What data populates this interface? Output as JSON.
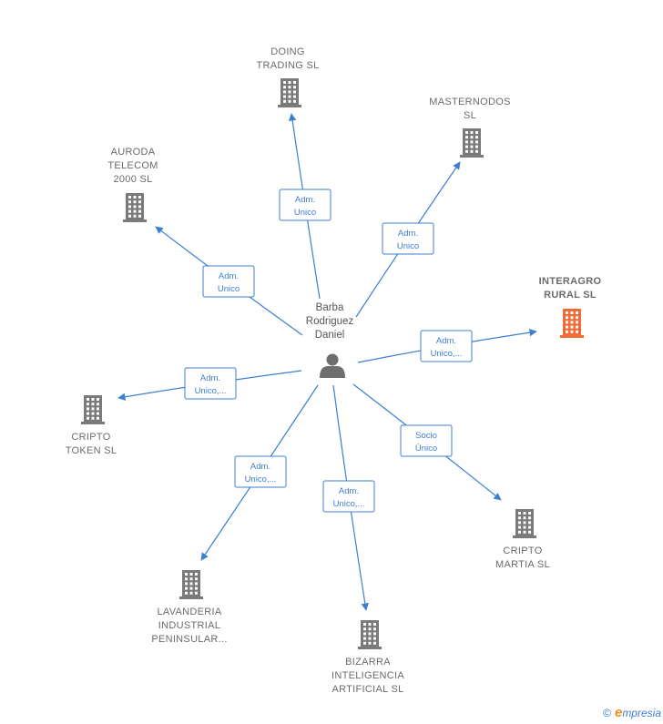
{
  "center": {
    "name_lines": [
      "Barba",
      "Rodriguez",
      "Daniel"
    ],
    "icon": "person-icon"
  },
  "companies": [
    {
      "id": "doing",
      "lines": [
        "DOING",
        "TRADING  SL"
      ],
      "highlight": false,
      "icon": "building-icon"
    },
    {
      "id": "masternodos",
      "lines": [
        "MASTERNODOS",
        "SL"
      ],
      "highlight": false,
      "icon": "building-icon"
    },
    {
      "id": "auroda",
      "lines": [
        "AURODA",
        "TELECOM",
        "2000  SL"
      ],
      "highlight": false,
      "icon": "building-icon"
    },
    {
      "id": "interagro",
      "lines": [
        "INTERAGRO",
        "RURAL  SL"
      ],
      "highlight": true,
      "icon": "building-icon"
    },
    {
      "id": "cripto-token",
      "lines": [
        "CRIPTO",
        "TOKEN  SL"
      ],
      "highlight": false,
      "icon": "building-icon"
    },
    {
      "id": "cripto-martia",
      "lines": [
        "CRIPTO",
        "MARTIA  SL"
      ],
      "highlight": false,
      "icon": "building-icon"
    },
    {
      "id": "lavanderia",
      "lines": [
        "LAVANDERIA",
        "INDUSTRIAL",
        "PENINSULAR..."
      ],
      "highlight": false,
      "icon": "building-icon"
    },
    {
      "id": "bizarra",
      "lines": [
        "BIZARRA",
        "INTELIGENCIA",
        "ARTIFICIAL  SL"
      ],
      "highlight": false,
      "icon": "building-icon"
    }
  ],
  "relations": [
    {
      "to": "doing",
      "label": [
        "Adm.",
        "Unico"
      ]
    },
    {
      "to": "masternodos",
      "label": [
        "Adm.",
        "Unico"
      ]
    },
    {
      "to": "auroda",
      "label": [
        "Adm.",
        "Unico"
      ]
    },
    {
      "to": "interagro",
      "label": [
        "Adm.",
        "Unico,..."
      ]
    },
    {
      "to": "cripto-token",
      "label": [
        "Adm.",
        "Unico,..."
      ]
    },
    {
      "to": "cripto-martia",
      "label": [
        "Socio",
        "Único"
      ]
    },
    {
      "to": "lavanderia",
      "label": [
        "Adm.",
        "Unico,..."
      ]
    },
    {
      "to": "bizarra",
      "label": [
        "Adm.",
        "Unico,..."
      ]
    }
  ],
  "colors": {
    "edge": "#3d7fd1",
    "building": "#7a7a7a",
    "building_highlight": "#f26a35",
    "person": "#6e6e6e"
  },
  "footer": {
    "copyright": "©",
    "brand_initial": "e",
    "brand_rest": "mpresia"
  }
}
